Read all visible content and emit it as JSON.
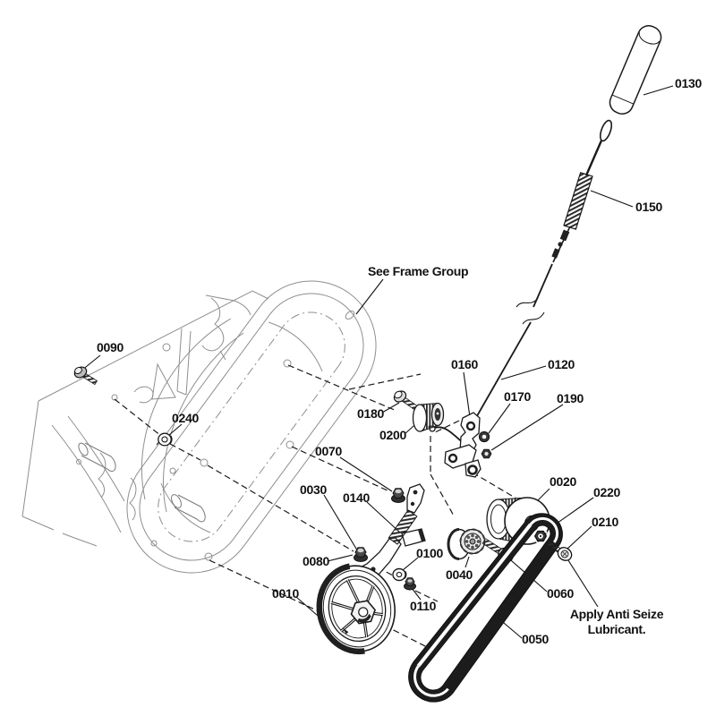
{
  "diagram": {
    "type": "exploded-parts-diagram",
    "colors": {
      "background": "#ffffff",
      "ink": "#1a1a1a",
      "frame": "#8f8f8f"
    },
    "notes": {
      "frame_reference": "See Frame Group",
      "lubricant_line1": "Apply Anti Seize",
      "lubricant_line2": "Lubricant."
    },
    "callouts": [
      {
        "id": "0130"
      },
      {
        "id": "0150"
      },
      {
        "id": "0120"
      },
      {
        "id": "0160"
      },
      {
        "id": "0170"
      },
      {
        "id": "0190"
      },
      {
        "id": "0180"
      },
      {
        "id": "0200"
      },
      {
        "id": "0090"
      },
      {
        "id": "0240"
      },
      {
        "id": "0070"
      },
      {
        "id": "0030"
      },
      {
        "id": "0140"
      },
      {
        "id": "0020"
      },
      {
        "id": "0220"
      },
      {
        "id": "0210"
      },
      {
        "id": "0080"
      },
      {
        "id": "0100"
      },
      {
        "id": "0040"
      },
      {
        "id": "0110"
      },
      {
        "id": "0060"
      },
      {
        "id": "0010"
      },
      {
        "id": "0050"
      }
    ]
  }
}
